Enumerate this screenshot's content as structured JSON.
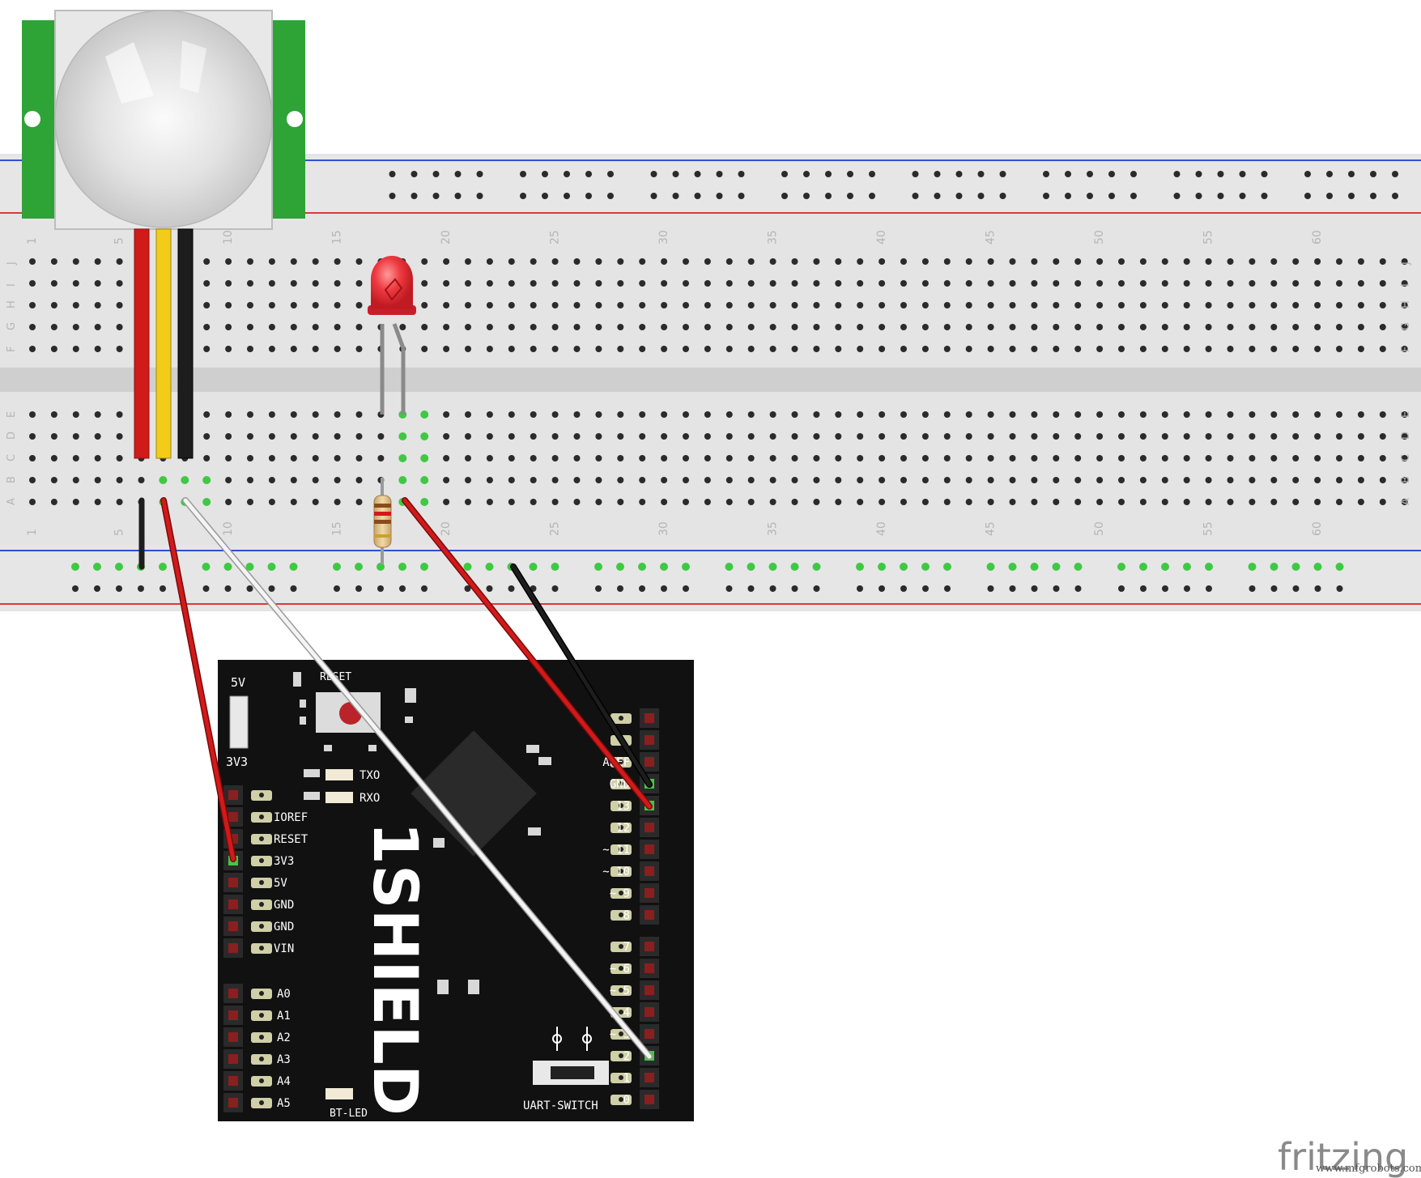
{
  "breadboard": {
    "column_numbers": [
      "1",
      "5",
      "10",
      "15",
      "20",
      "25",
      "30",
      "35",
      "40",
      "45",
      "50",
      "55",
      "60"
    ],
    "top_row_letters": [
      "J",
      "I",
      "H",
      "G",
      "F"
    ],
    "bottom_row_letters": [
      "E",
      "D",
      "C",
      "B",
      "A"
    ]
  },
  "board": {
    "logo": "1SHIELD",
    "reset_label": "RESET",
    "voltage_top": "5V",
    "voltage_bottom": "3V3",
    "led_labels": [
      "TXO",
      "RXO"
    ],
    "power_pins": [
      "IOREF",
      "RESET",
      "3V3",
      "5V",
      "GND",
      "GND",
      "VIN"
    ],
    "analog_pins": [
      "A0",
      "A1",
      "A2",
      "A3",
      "A4",
      "A5"
    ],
    "digital_pins_high": [
      "AREF",
      "GND",
      "13",
      "12",
      "~ 11",
      "~ 10",
      "~ 9",
      "8"
    ],
    "digital_pins_low": [
      "7",
      "~ 6",
      "~ 5",
      "4",
      "~ 3",
      "2",
      "1",
      "0"
    ],
    "bt_led_label": "BT-LED",
    "uart_label": "UART-SWITCH"
  },
  "watermark": {
    "fritzing": "fritzing",
    "site": "www.mfgrobots.com"
  },
  "colors": {
    "pir_pcb": "#2ea336",
    "wire_red": "#d11a1a",
    "wire_yellow": "#f2cc18",
    "wire_black": "#1d1d1d",
    "wire_white": "#f4f4f4",
    "led_red": "#e8303a",
    "board_black": "#111111",
    "rail_blue": "#2f4fd6",
    "rail_red": "#d83a3a"
  }
}
